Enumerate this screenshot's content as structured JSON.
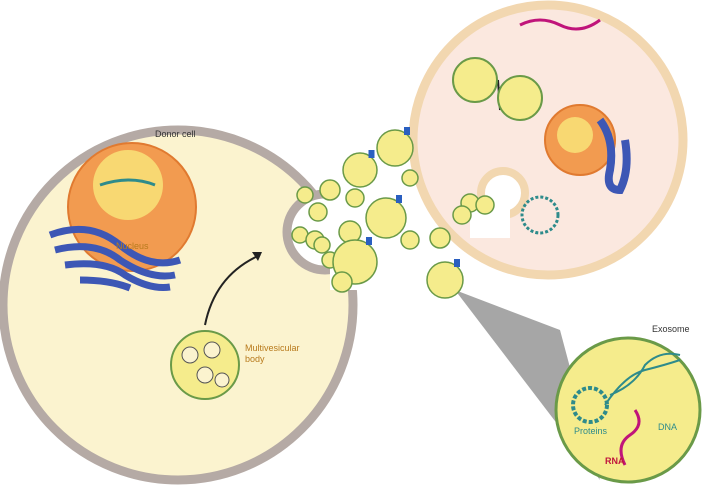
{
  "labels": {
    "donor_cell": "Donor cell",
    "nucleus": "Nucleus",
    "mvb_line1": "Multivesicular",
    "mvb_line2": "body",
    "exosome": "Exosome",
    "dna": "DNA",
    "proteins": "Proteins",
    "rna": "RNA"
  },
  "colors": {
    "cytoplasm": "#fbf3cf",
    "donor_membrane": "#b5aaa5",
    "recipient_membrane": "#f2d7b0",
    "recipient_cytoplasm": "#fbe8df",
    "nucleus": "#f29b50",
    "nucleolus": "#f8d872",
    "golgi": "#3d57b5",
    "vesicle": "#f5ec8c",
    "vesicle_edge": "#6a9a48",
    "rna": "#c0147a"
  }
}
